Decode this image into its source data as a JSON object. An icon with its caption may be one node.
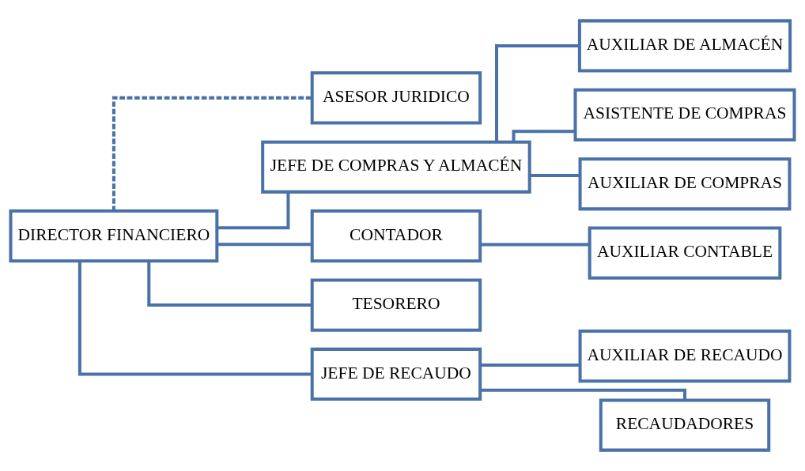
{
  "diagram": {
    "nodes": [
      {
        "text": [
          "DIRECTOR FINANCIERO"
        ]
      },
      {
        "text": [
          "ASESOR JURIDICO"
        ]
      },
      {
        "text": [
          "JEFE DE COMPRAS Y ALMACÉN"
        ]
      },
      {
        "text": [
          "CONTADOR"
        ]
      },
      {
        "text": [
          "TESORERO"
        ]
      },
      {
        "text": [
          "JEFE DE RECAUDO"
        ]
      },
      {
        "text": [
          "AUXILIAR DE ALMACÉN"
        ]
      },
      {
        "text": [
          "ASISTENTE DE COMPRAS"
        ]
      },
      {
        "text": [
          "AUXILIAR DE COMPRAS"
        ]
      },
      {
        "text": [
          "AUXILIAR CONTABLE"
        ]
      },
      {
        "text": [
          "AUXILIAR DE RECAUDO"
        ]
      },
      {
        "text": [
          "RECAUDADORES"
        ]
      }
    ],
    "edges": [
      {
        "from": 0,
        "to": 1,
        "arrow": "none",
        "style": "dashed"
      },
      {
        "from": 0,
        "to": 2,
        "arrow": "none"
      },
      {
        "from": 0,
        "to": 3,
        "arrow": "none"
      },
      {
        "from": 0,
        "to": 4,
        "arrow": "none"
      },
      {
        "from": 0,
        "to": 5,
        "arrow": "none"
      },
      {
        "from": 2,
        "to": 6,
        "arrow": "none"
      },
      {
        "from": 2,
        "to": 7,
        "arrow": "none"
      },
      {
        "from": 2,
        "to": 8,
        "arrow": "none"
      },
      {
        "from": 3,
        "to": 9,
        "arrow": "none"
      },
      {
        "from": 5,
        "to": 10,
        "arrow": "none"
      },
      {
        "from": 5,
        "to": 11,
        "arrow": "none"
      }
    ]
  }
}
